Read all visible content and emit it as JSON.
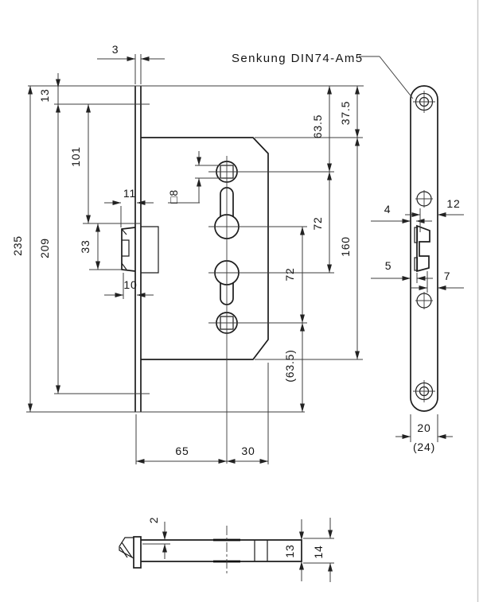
{
  "drawing": {
    "callout_label": "Senkung DIN74-Am5",
    "front": {
      "faceplate_thickness": "3",
      "top_screw_offset": "13",
      "top_to_latch": "101",
      "total_length": "235",
      "screw_spacing": "209",
      "latch_height": "33",
      "latch_protrusion": "11",
      "latch_width": "10",
      "follower_square": "□8",
      "top_to_case": "37.5",
      "top_to_follower": "63.5",
      "follower_to_cylinder": "72",
      "cylinder_to_follower": "72",
      "case_height": "160",
      "bottom_reference": "(63.5)",
      "backset": "65",
      "cylinder_offset": "30"
    },
    "side": {
      "latch_gap_upper": "4",
      "latch_depth_upper": "12",
      "latch_gap_lower": "5",
      "latch_depth_lower": "7",
      "faceplate_width": "20",
      "faceplate_width_alt": "(24)"
    },
    "bottom": {
      "plate_step": "2",
      "case_thickness": "13",
      "overall_thickness": "14"
    }
  }
}
